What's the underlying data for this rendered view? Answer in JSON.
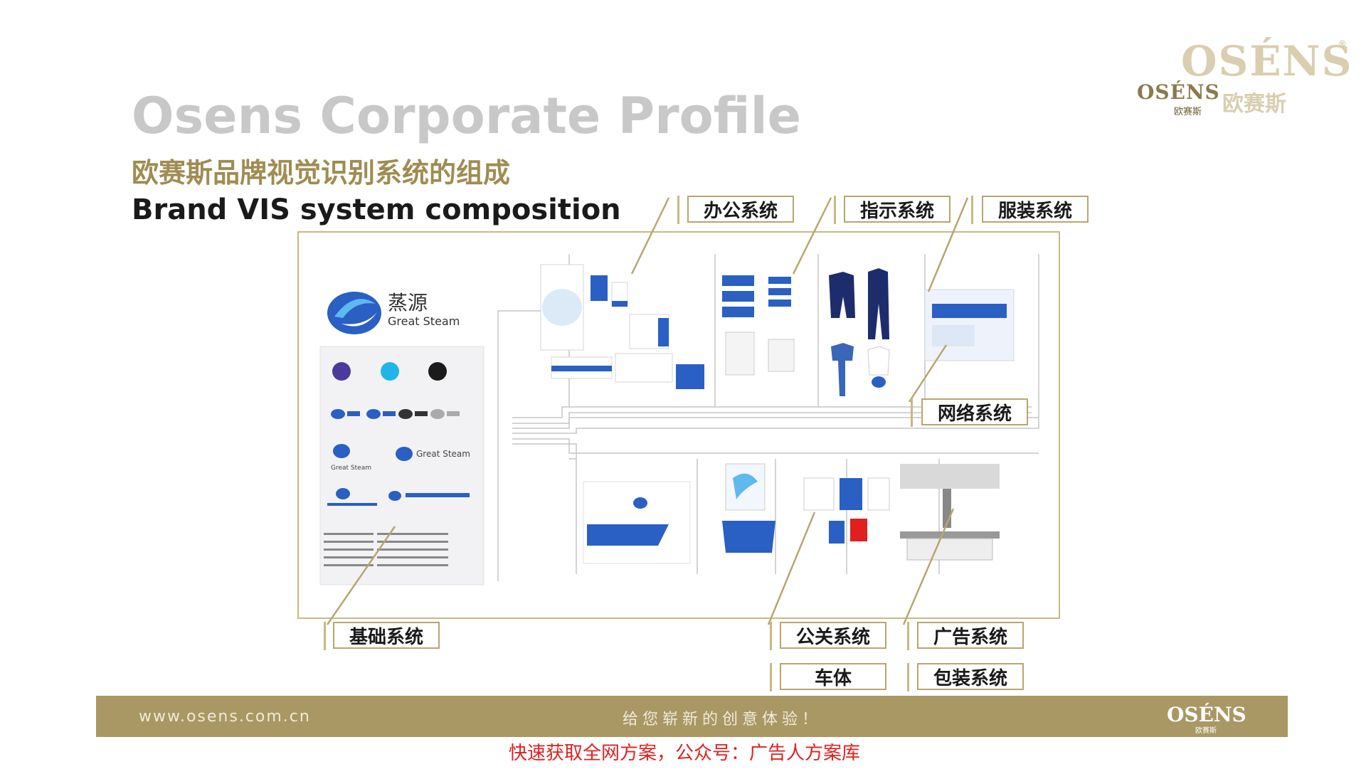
{
  "brand": {
    "logo_text": "OSÉNS",
    "logo_small": "OSÉNS",
    "cn_big": "欧赛斯",
    "cn_small": "欧赛斯",
    "reg": "®"
  },
  "title": {
    "en": "Osens Corporate Profile",
    "cn": "欧赛斯品牌视觉识别系统的组成",
    "sub": "Brand VIS system composition"
  },
  "labels": {
    "office": "办公系统",
    "signage": "指示系统",
    "apparel": "服装系统",
    "network": "网络系统",
    "basic": "基础系统",
    "pr": "公关系统",
    "advertising": "广告系统",
    "vehicle": "车体",
    "packaging": "包装系统"
  },
  "illustration": {
    "logo_cn": "蒸源",
    "logo_en": "Great Steam"
  },
  "footer": {
    "url": "www.osens.com.cn",
    "slogan": "给您崭新的创意体验！",
    "logo": "OSÉNS",
    "logo_cn": "欧赛斯"
  },
  "watermark": "快速获取全网方案，公众号：广告人方案库",
  "colors": {
    "accent_gold": "#a99864",
    "frame_gold": "#c9b886",
    "logo_blue": "#2a5fc4",
    "swatch_purple": "#4b3a9c",
    "swatch_cyan": "#1fb5e8",
    "swatch_black": "#1b1b1b",
    "watermark_red": "#e02020"
  }
}
